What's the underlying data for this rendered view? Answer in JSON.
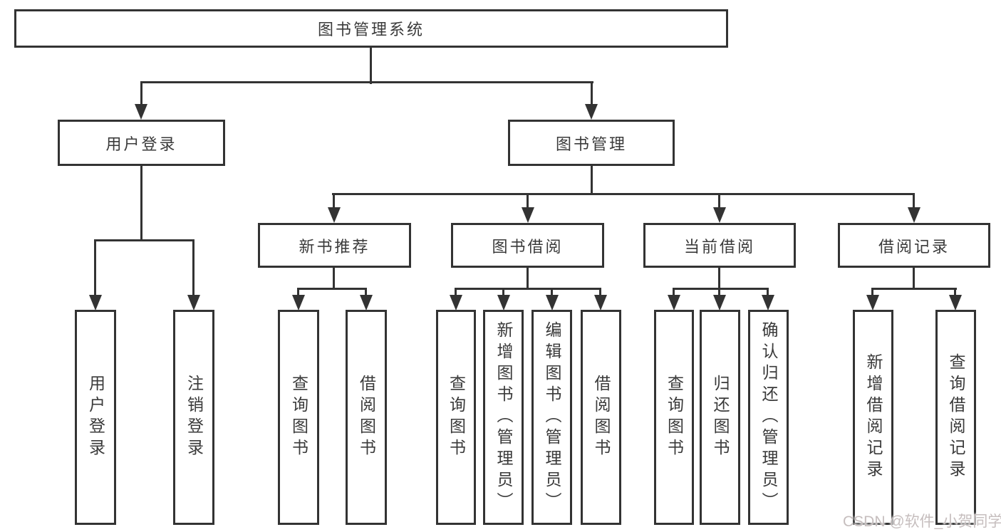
{
  "tree": {
    "root": {
      "label": "图书管理系统"
    },
    "level2": [
      {
        "label": "用户登录",
        "parent": "图书管理系统"
      },
      {
        "label": "图书管理",
        "parent": "图书管理系统"
      }
    ],
    "level3": [
      {
        "label": "新书推荐",
        "parent": "图书管理"
      },
      {
        "label": "图书借阅",
        "parent": "图书管理"
      },
      {
        "label": "当前借阅",
        "parent": "图书管理"
      },
      {
        "label": "借阅记录",
        "parent": "图书管理"
      }
    ],
    "leaves": [
      {
        "label": "用户登录",
        "parent": "用户登录"
      },
      {
        "label": "注销登录",
        "parent": "用户登录"
      },
      {
        "label": "查询图书",
        "parent": "新书推荐"
      },
      {
        "label": "借阅图书",
        "parent": "新书推荐"
      },
      {
        "label": "查询图书",
        "parent": "图书借阅"
      },
      {
        "label": "新增图书（管理员）",
        "parent": "图书借阅"
      },
      {
        "label": "编辑图书（管理员）",
        "parent": "图书借阅"
      },
      {
        "label": "借阅图书",
        "parent": "图书借阅"
      },
      {
        "label": "查询图书",
        "parent": "当前借阅"
      },
      {
        "label": "归还图书",
        "parent": "当前借阅"
      },
      {
        "label": "确认归还（管理员）",
        "parent": "当前借阅"
      },
      {
        "label": "新增借阅记录",
        "parent": "借阅记录"
      },
      {
        "label": "查询借阅记录",
        "parent": "借阅记录"
      }
    ]
  },
  "watermark": {
    "text": "CSDN @软件_小贺同学"
  },
  "colors": {
    "stroke": "#333333",
    "text": "#3a3a3a",
    "bg": "#ffffff",
    "watermark": "#c6bebe"
  }
}
